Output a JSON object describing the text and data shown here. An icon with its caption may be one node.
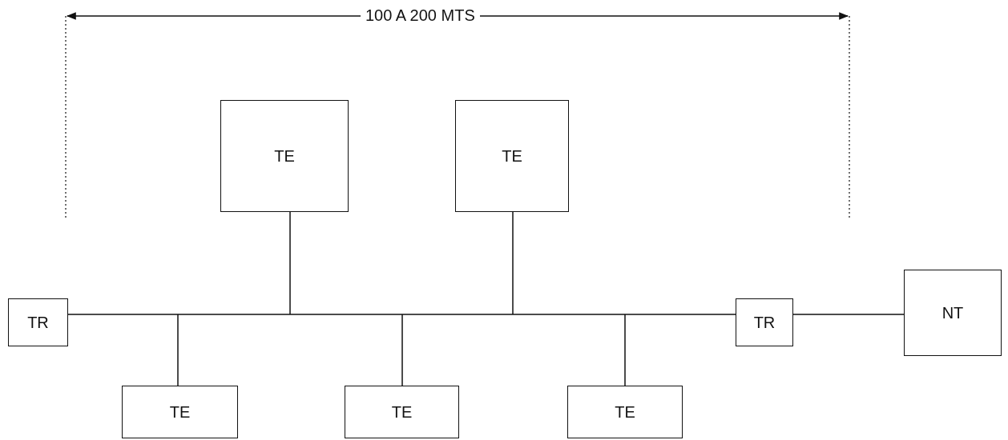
{
  "diagram": {
    "nodes": [
      {
        "text": [
          "TE"
        ]
      },
      {
        "text": [
          "TE"
        ]
      },
      {
        "text": [
          "TR"
        ]
      },
      {
        "text": [
          "TR"
        ]
      },
      {
        "text": [
          "NT"
        ]
      },
      {
        "text": [
          "TE"
        ]
      },
      {
        "text": [
          "TE"
        ]
      },
      {
        "text": [
          "TE"
        ]
      }
    ],
    "edges": [
      {
        "from": 2,
        "to": 3,
        "arrow": "none"
      },
      {
        "from": 0,
        "to": null,
        "arrow": "none"
      },
      {
        "from": 1,
        "to": null,
        "arrow": "none"
      },
      {
        "from": 3,
        "to": 4,
        "arrow": "none"
      },
      {
        "from": 5,
        "to": null,
        "arrow": "none"
      },
      {
        "from": 6,
        "to": null,
        "arrow": "none"
      },
      {
        "from": 7,
        "to": null,
        "arrow": "none"
      }
    ],
    "labels": [
      "100 A 200 MTS"
    ]
  }
}
